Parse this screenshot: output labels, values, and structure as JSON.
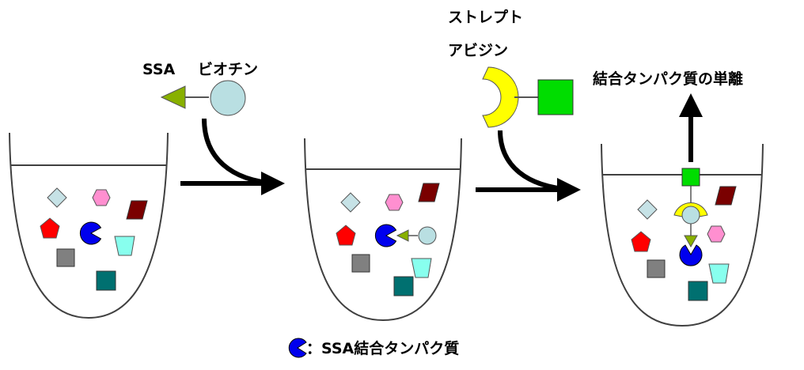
{
  "labels": {
    "ssa": "SSA",
    "biotin": "ビオチン",
    "streptavidin_line1": "ストレプト",
    "streptavidin_line2": "アビジン",
    "isolation": "結合タンパク質の単離"
  },
  "legend": {
    "text": "：SSA結合タンパク質"
  },
  "colors": {
    "diamond": "#c6e2e6",
    "hexagon": "#ff8fd0",
    "parallelogram": "#7a0000",
    "pentagon": "#ff0000",
    "binding_protein": "#0000ee",
    "trapezoid": "#88ffee",
    "gray_square": "#808080",
    "teal_square": "#007070",
    "ssa_triangle": "#88b000",
    "biotin_circle": "#b9dfe2",
    "streptavidin_arc": "#ffff00",
    "streptavidin_square": "#00dd00",
    "arrow": "#000000",
    "outline": "#404040"
  }
}
